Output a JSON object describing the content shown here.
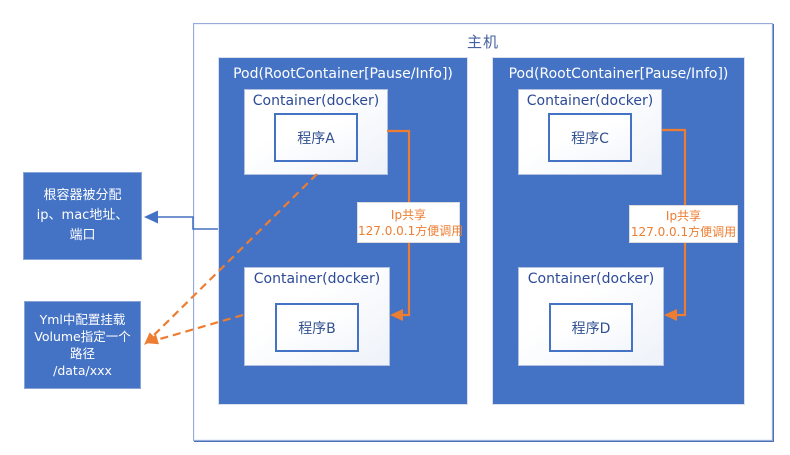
{
  "host": {
    "label": "主机"
  },
  "pods": [
    {
      "label": "Pod(RootContainer[Pause/Info])",
      "containers": [
        {
          "label": "Container(docker)",
          "program": "程序A"
        },
        {
          "label": "Container(docker)",
          "program": "程序B"
        }
      ],
      "ip_note": {
        "line1": "Ip共享",
        "line2": "127.0.0.1方便调用"
      }
    },
    {
      "label": "Pod(RootContainer[Pause/Info])",
      "containers": [
        {
          "label": "Container(docker)",
          "program": "程序C"
        },
        {
          "label": "Container(docker)",
          "program": "程序D"
        }
      ],
      "ip_note": {
        "line1": "Ip共享",
        "line2": "127.0.0.1方便调用"
      }
    }
  ],
  "notes": {
    "root_container": {
      "line1": "根容器被分配",
      "line2": "ip、mac地址、",
      "line3": "端口"
    },
    "volume": {
      "line1": "Yml中配置挂载",
      "line2": "Volume指定一个",
      "line3": "路径",
      "line4": "/data/xxx"
    }
  },
  "colors": {
    "pod_fill": "#4472c4",
    "accent_orange": "#ed7d31",
    "container_text": "#2c4a96",
    "host_text": "#44619e"
  }
}
